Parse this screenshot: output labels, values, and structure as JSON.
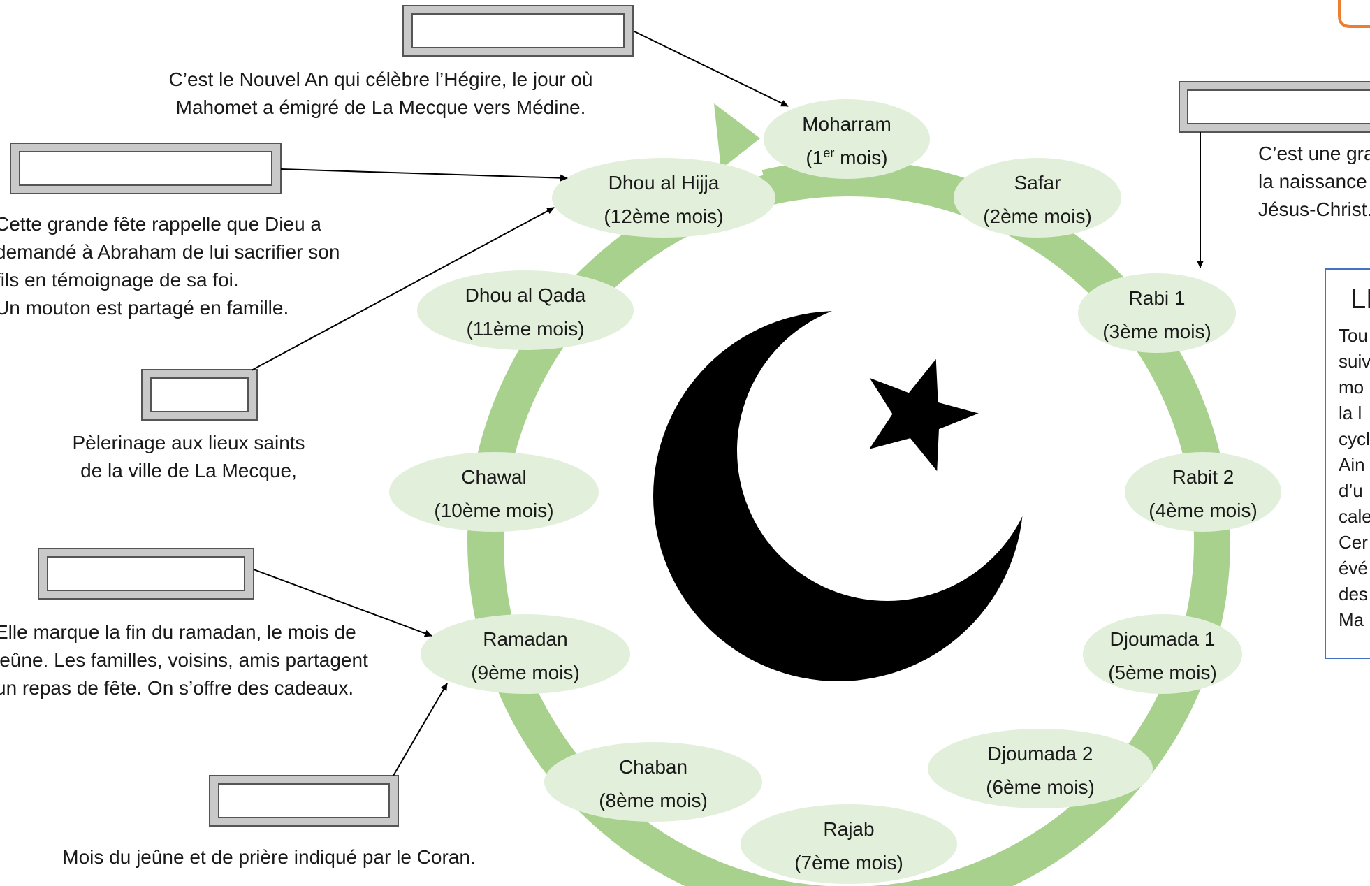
{
  "months": [
    {
      "name": "Moharram",
      "rank": "1",
      "sup": "er",
      "suffix": " mois"
    },
    {
      "name": "Safar",
      "rank": "(2ème mois)"
    },
    {
      "name": "Rabi 1",
      "rank": "(3ème mois)"
    },
    {
      "name": "Rabit 2",
      "rank": "(4ème mois)"
    },
    {
      "name": "Djoumada 1",
      "rank": "(5ème mois)"
    },
    {
      "name": "Djoumada 2",
      "rank": "(6ème mois)"
    },
    {
      "name": "Rajab",
      "rank": "(7ème mois)"
    },
    {
      "name": "Chaban",
      "rank": "(8ème mois)"
    },
    {
      "name": "Ramadan",
      "rank": "(9ème mois)"
    },
    {
      "name": "Chawal",
      "rank": "(10ème mois)"
    },
    {
      "name": "Dhou al Qada",
      "rank": "(11ème mois)"
    },
    {
      "name": "Dhou al Hijja",
      "rank": "(12ème mois)"
    }
  ],
  "descriptions": {
    "new_year": [
      "C’est le Nouvel An qui célèbre l’Hégire, le jour où",
      "Mahomet a émigré de La Mecque vers Médine."
    ],
    "sacrifice": [
      "Cette grande fête rappelle que Dieu a",
      "demandé à Abraham de lui sacrifier son",
      "fils en témoignage de sa foi.",
      "Un mouton est partagé en famille."
    ],
    "pilgrimage": [
      "Pèlerinage aux lieux saints",
      "de la ville de La Mecque,"
    ],
    "end_of_ramadan": [
      "Elle marque la fin du ramadan, le mois de",
      "jeûne. Les familles, voisins, amis partagent",
      "un repas de fête. On s’offre des cadeaux."
    ],
    "fasting": "Mois du jeûne et de prière indiqué par le Coran.",
    "birth": [
      "C’est une gra",
      "la naissance",
      "Jésus-Christ."
    ]
  },
  "legend": {
    "title": "LE",
    "lines": [
      "Tou",
      "suiv",
      "mo",
      "la l",
      "cycl",
      "Ain",
      "d’u",
      "cale",
      "Cer",
      "évé",
      "des",
      "Ma"
    ]
  },
  "colors": {
    "ring": "#a9d18e",
    "ellipse": "#e2efda",
    "legend_border": "#4472c4",
    "corner_accent": "#ed7d31"
  }
}
